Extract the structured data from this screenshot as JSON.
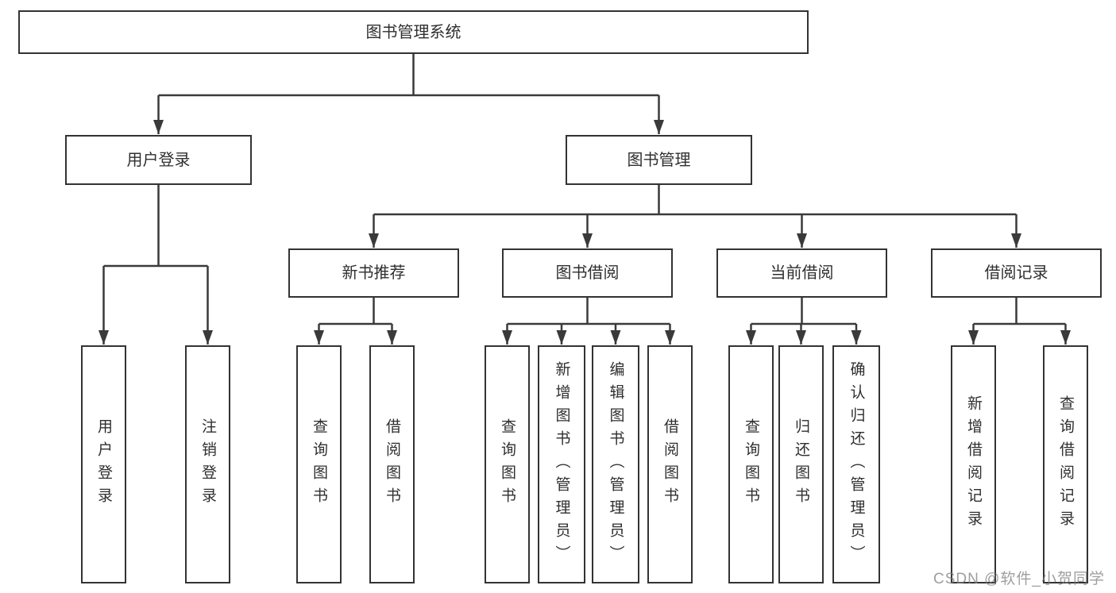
{
  "diagram_type": "tree",
  "watermark": "CSDN @软件_小贺同学",
  "colors": {
    "background": "#ffffff",
    "line": "#3a3a3a",
    "box_border": "#333333",
    "text": "#2f2f2f",
    "watermark": "#7d7d7d"
  },
  "tree": {
    "label": "图书管理系统",
    "children": [
      {
        "label": "用户登录",
        "children": [
          {
            "label": "用户登录"
          },
          {
            "label": "注销登录"
          }
        ]
      },
      {
        "label": "图书管理",
        "children": [
          {
            "label": "新书推荐",
            "children": [
              {
                "label": "查询图书"
              },
              {
                "label": "借阅图书"
              }
            ]
          },
          {
            "label": "图书借阅",
            "children": [
              {
                "label": "查询图书"
              },
              {
                "label": "新增图书（管理员）"
              },
              {
                "label": "编辑图书（管理员）"
              },
              {
                "label": "借阅图书"
              }
            ]
          },
          {
            "label": "当前借阅",
            "children": [
              {
                "label": "查询图书"
              },
              {
                "label": "归还图书"
              },
              {
                "label": "确认归还（管理员）"
              }
            ]
          },
          {
            "label": "借阅记录",
            "children": [
              {
                "label": "新增借阅记录"
              },
              {
                "label": "查询借阅记录"
              }
            ]
          }
        ]
      }
    ]
  }
}
